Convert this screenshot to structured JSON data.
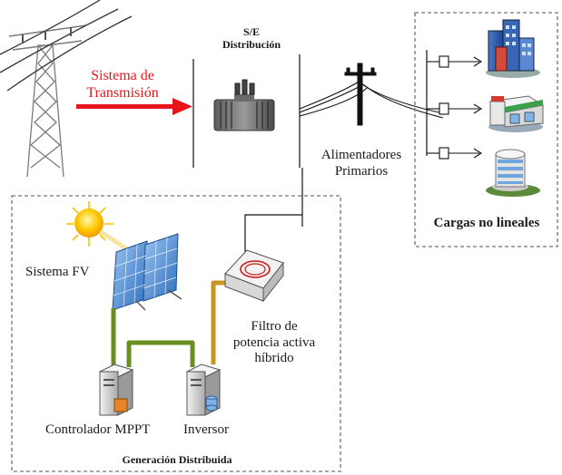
{
  "transmission": {
    "line1": "Sistema de",
    "line2": "Transmisión"
  },
  "substation": {
    "line1": "S/E",
    "line2": "Distribución"
  },
  "feeders": {
    "line1": "Alimentadores",
    "line2": "Primarios"
  },
  "loads": {
    "title": "Cargas no lineales"
  },
  "pv": {
    "label": "Sistema FV"
  },
  "filter": {
    "line1": "Filtro de",
    "line2": "potencia activa",
    "line3": "híbrido"
  },
  "mppt": {
    "label": "Controlador MPPT"
  },
  "inverter": {
    "label": "Inversor"
  },
  "dg": {
    "title": "Generación Distribuida"
  },
  "colors": {
    "arrow": "#e8141b",
    "pv_cable": "#6b8e23",
    "inv_cable": "#c8961e",
    "dashed_border": "#8c8c8c"
  }
}
